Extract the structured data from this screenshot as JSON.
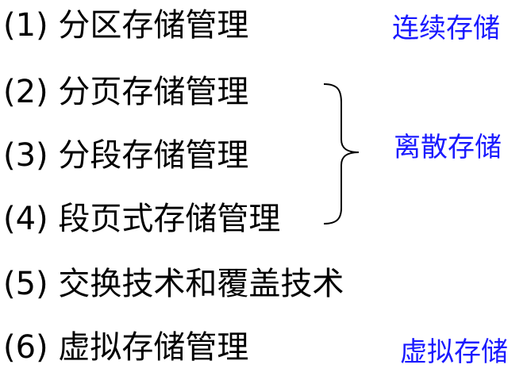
{
  "items": [
    {
      "label": "(1) 分区存储管理"
    },
    {
      "label": "(2) 分页存储管理"
    },
    {
      "label": "(3) 分段存储管理"
    },
    {
      "label": "(4) 段页式存储管理"
    },
    {
      "label": "(5) 交换技术和覆盖技术"
    },
    {
      "label": "(6) 虚拟存储管理"
    }
  ],
  "tags": {
    "continuous": "连续存储",
    "discrete": "离散存储",
    "virtual": "虚拟存储"
  },
  "colors": {
    "text": "#000000",
    "tag": "#1a1aff",
    "brace": "#000000"
  }
}
